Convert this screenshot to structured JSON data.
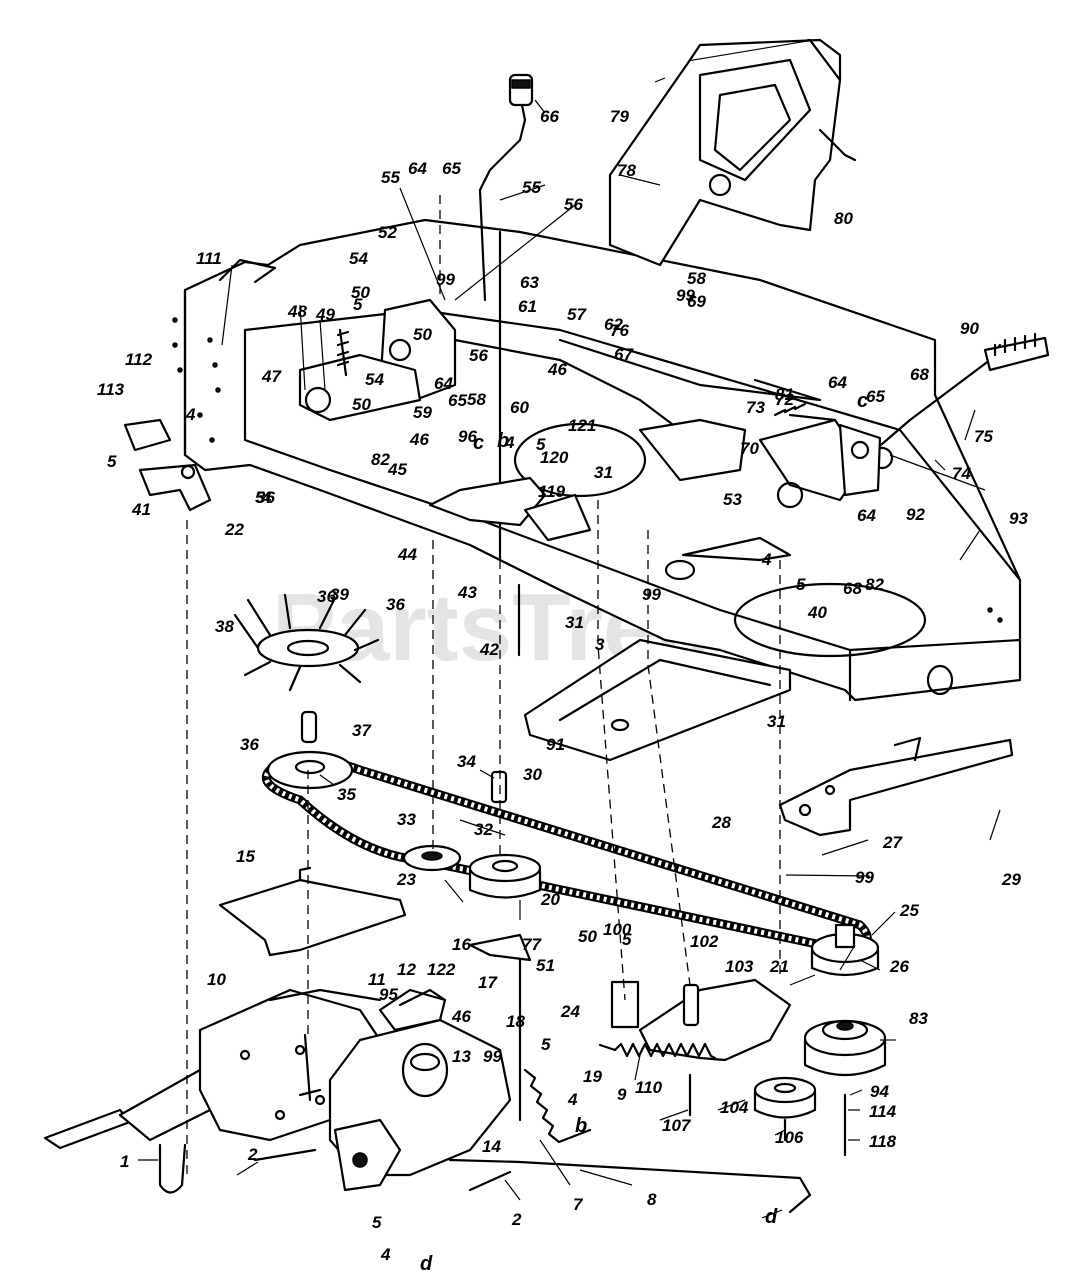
{
  "watermark": "PartsTree",
  "part_labels": [
    "1",
    "2",
    "2",
    "3",
    "4",
    "4",
    "4",
    "4",
    "4",
    "4",
    "5",
    "5",
    "5",
    "5",
    "5",
    "5",
    "5",
    "5",
    "7",
    "8",
    "9",
    "10",
    "11",
    "12",
    "13",
    "14",
    "15",
    "16",
    "17",
    "18",
    "19",
    "20",
    "21",
    "22",
    "23",
    "24",
    "25",
    "26",
    "27",
    "28",
    "29",
    "30",
    "31",
    "31",
    "31",
    "32",
    "33",
    "34",
    "35",
    "36",
    "36",
    "36",
    "36",
    "37",
    "38",
    "39",
    "40",
    "41",
    "42",
    "43",
    "44",
    "45",
    "46",
    "46",
    "46",
    "47",
    "48",
    "49",
    "50",
    "50",
    "50",
    "50",
    "51",
    "52",
    "53",
    "54",
    "54",
    "55",
    "55",
    "56",
    "56",
    "57",
    "58",
    "58",
    "59",
    "60",
    "61",
    "62",
    "63",
    "64",
    "64",
    "64",
    "64",
    "65",
    "65",
    "65",
    "66",
    "67",
    "68",
    "68",
    "69",
    "70",
    "72",
    "73",
    "74",
    "75",
    "76",
    "77",
    "78",
    "79",
    "80",
    "81",
    "82",
    "82",
    "83",
    "90",
    "91",
    "92",
    "93",
    "94",
    "95",
    "96",
    "99",
    "99",
    "99",
    "99",
    "99",
    "100",
    "102",
    "103",
    "104",
    "106",
    "107",
    "110",
    "111",
    "112",
    "113",
    "114",
    "118",
    "119",
    "120",
    "121",
    "122",
    "b",
    "b",
    "c",
    "c",
    "d",
    "d"
  ]
}
